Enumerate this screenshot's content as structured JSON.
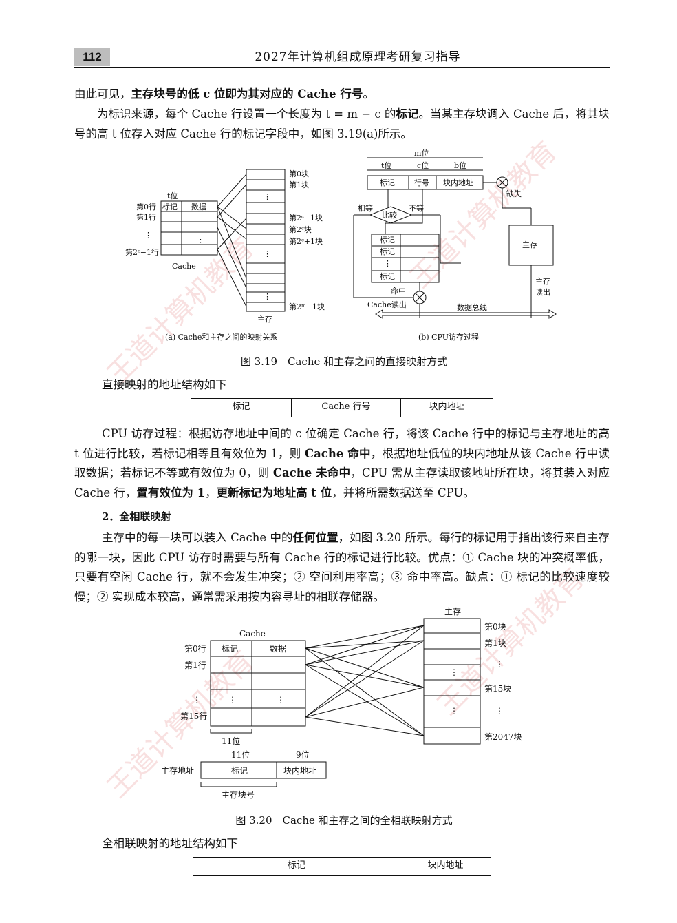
{
  "header": {
    "page_number": "112",
    "book_title": "2027年计算机组成原理考研复习指导"
  },
  "para1": {
    "a": "由此可见，",
    "b": "主存块号的低 c 位即为其对应的 Cache 行号",
    "c": "。"
  },
  "para2": {
    "a": "为标识来源，每个 Cache 行设置一个长度为 t = m − c 的",
    "b": "标记",
    "c": "。当某主存块调入 Cache 后，将其块号的高 t 位存入对应 Cache 行的标记字段中，如图 3.19(a)所示。"
  },
  "fig319": {
    "a": {
      "t_bits": "t位",
      "tag_header": "标记",
      "data_header": "数据",
      "row0": "第0行",
      "row1": "第1行",
      "row_dots": "⋮",
      "row_last": "第2ᶜ−1行",
      "cache_label": "Cache",
      "blk0": "第0块",
      "blk1": "第1块",
      "blk_2c_minus1": "第2ᶜ−1块",
      "blk_2c": "第2ᶜ块",
      "blk_2c_plus1": "第2ᶜ+1块",
      "blk_last": "第2ᵐ−1块",
      "mem_label": "主存",
      "caption": "(a) Cache和主存之间的映射关系"
    },
    "b": {
      "m_bits": "m位",
      "t_bits": "t位",
      "c_bits": "c位",
      "b_bits": "b位",
      "tag": "标记",
      "line_no": "行号",
      "block_offset": "块内地址",
      "equal": "相等",
      "not_equal": "不等",
      "compare": "比较",
      "miss": "缺失",
      "memory": "主存",
      "hit": "命中",
      "cache_read": "Cache读出",
      "mem_read": "主存\n读出",
      "data_bus": "数据总线",
      "caption": "(b) CPU访存过程"
    },
    "caption": "图 3.19　Cache 和主存之间的直接映射方式"
  },
  "direct_addr_intro": "直接映射的地址结构如下",
  "direct_addr": [
    "标记",
    "Cache 行号",
    "块内地址"
  ],
  "para3": {
    "a": "CPU 访存过程：根据访存地址中间的 c 位确定 Cache 行，将该 Cache 行中的标记与主存地址的高 t 位进行比较，若标记相等且有效位为 1，则 ",
    "b": "Cache 命中",
    "c": "，根据地址低位的块内地址从该 Cache 行中读取数据；若标记不等或有效位为 0，则 ",
    "d": "Cache 未命中",
    "e": "，CPU 需从主存读取该地址所在块，将其装入对应 Cache 行，",
    "f": "置有效位为 1",
    "g": "，",
    "h": "更新标记为地址高 t 位",
    "i": "，并将所需数据送至 CPU。"
  },
  "section2": "2．全相联映射",
  "para4": {
    "a": "主存中的每一块可以装入 Cache 中的",
    "b": "任何位置",
    "c": "，如图 3.20 所示。每行的标记用于指出该行来自主存的哪一块，因此 CPU 访存时需要与所有 Cache 行的标记进行比较。优点：① Cache 块的冲突概率低，只要有空闲 Cache 行，就不会发生冲突；② 空间利用率高；③ 命中率高。缺点：① 标记的比较速度较慢；② 实现成本较高，通常需采用按内容寻址的相联存储器。"
  },
  "fig320": {
    "cache_label": "Cache",
    "tag_header": "标记",
    "data_header": "数据",
    "row0": "第0行",
    "row1": "第1行",
    "row_dots": "⋮",
    "row15": "第15行",
    "bits11_under": "11位",
    "mem_label": "主存",
    "blk0": "第0块",
    "blk1": "第1块",
    "blk15": "第15块",
    "blk2047": "第2047块",
    "addr_label": "主存地址",
    "bits11": "11位",
    "bits9": "9位",
    "addr_tag": "标记",
    "addr_offset": "块内地址",
    "block_no": "主存块号",
    "caption": "图 3.20　Cache 和主存之间的全相联映射方式"
  },
  "assoc_addr_intro": "全相联映射的地址结构如下",
  "assoc_addr": [
    "标记",
    "块内地址"
  ],
  "watermark": "王道计算机教育"
}
